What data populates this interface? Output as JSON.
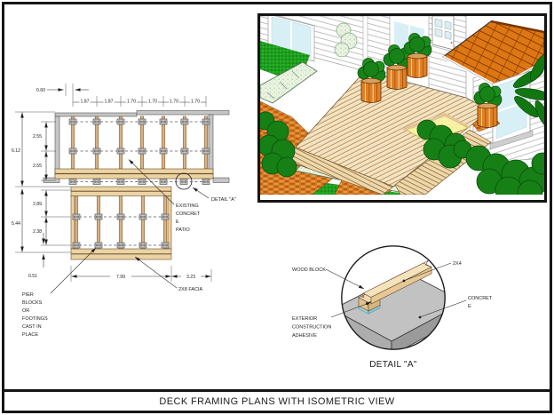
{
  "title_bar": {
    "title": "DECK FRAMING PLANS WITH ISOMETRIC VIEW"
  },
  "framing_plan": {
    "dim_top_offset": "0.60",
    "dim_bays": [
      "1.87",
      "1.87",
      "1.70",
      "1.70",
      "1.70",
      "1.70"
    ],
    "dim_upper_overall": "6.12",
    "dim_upper_segs": [
      "2.55",
      "2.55"
    ],
    "dim_lower_overall": "5.44",
    "dim_lower_segs": [
      "2.89",
      "2.38"
    ],
    "dim_bottom_offset": "0.51",
    "dim_bottom_spans": [
      "7.99",
      "3.23"
    ],
    "label_existing_patio": [
      "EXISTING",
      "CONCRET",
      "E",
      "PATIO"
    ],
    "label_detail_ref": "DETAIL \"A\"",
    "label_pier_blocks": [
      "PIER",
      "BLOCKS",
      "OR",
      "FOOTINGS",
      "CAST IN",
      "PLACE"
    ],
    "label_facia": "2X8 FACIA"
  },
  "detail_a": {
    "label_wood_block": "WOOD BLOCK",
    "label_2x4": "2X4",
    "label_concrete": [
      "CONCRET",
      "E"
    ],
    "label_adhesive": [
      "EXTERIOR",
      "CONSTRUCTION",
      "ADHESIVE"
    ],
    "caption": "DETAIL \"A\""
  },
  "colors": {
    "wood": "#d9b183",
    "wood_light": "#f4e3c1",
    "concrete_gray": "#c2c2c2",
    "adhesive_blue": "#9ed6e6",
    "grass_green": "#1fa11f",
    "bush_green": "#168016",
    "brick_orange": "#e07f1f",
    "roof_orange": "#dd7714",
    "stone_light": "#eaf3e2",
    "sand_yellow": "#f9f3a6",
    "window_blue": "#d9eff6",
    "line_black": "#1a1a1a"
  }
}
